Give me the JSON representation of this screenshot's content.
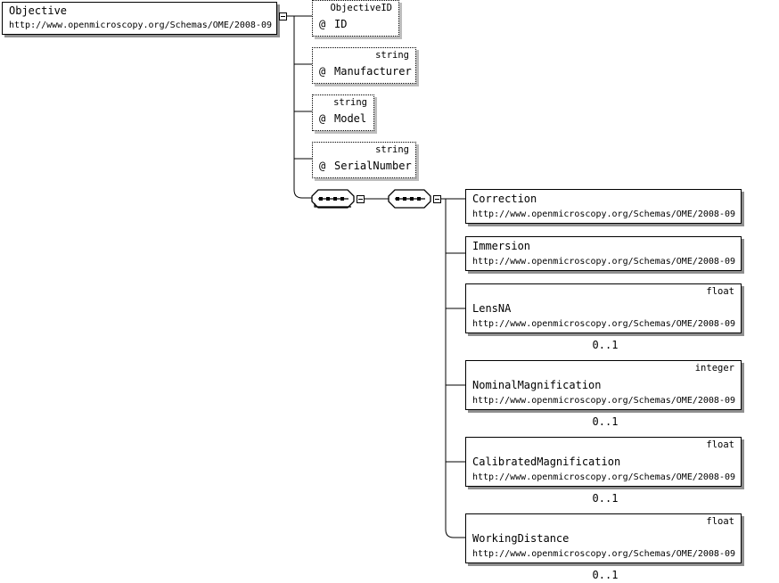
{
  "root": {
    "name": "Objective",
    "namespace": "http://www.openmicroscopy.org/Schemas/OME/2008-09"
  },
  "attributes": [
    {
      "marker": "@",
      "name": "ID",
      "type": "ObjectiveID"
    },
    {
      "marker": "@",
      "name": "Manufacturer",
      "type": "string"
    },
    {
      "marker": "@",
      "name": "Model",
      "type": "string"
    },
    {
      "marker": "@",
      "name": "SerialNumber",
      "type": "string"
    }
  ],
  "children": [
    {
      "name": "Correction",
      "namespace": "http://www.openmicroscopy.org/Schemas/OME/2008-09",
      "type": "",
      "cardinality": ""
    },
    {
      "name": "Immersion",
      "namespace": "http://www.openmicroscopy.org/Schemas/OME/2008-09",
      "type": "",
      "cardinality": ""
    },
    {
      "name": "LensNA",
      "namespace": "http://www.openmicroscopy.org/Schemas/OME/2008-09",
      "type": "float",
      "cardinality": "0..1"
    },
    {
      "name": "NominalMagnification",
      "namespace": "http://www.openmicroscopy.org/Schemas/OME/2008-09",
      "type": "integer",
      "cardinality": "0..1"
    },
    {
      "name": "CalibratedMagnification",
      "namespace": "http://www.openmicroscopy.org/Schemas/OME/2008-09",
      "type": "float",
      "cardinality": "0..1"
    },
    {
      "name": "WorkingDistance",
      "namespace": "http://www.openmicroscopy.org/Schemas/OME/2008-09",
      "type": "float",
      "cardinality": "0..1"
    }
  ]
}
